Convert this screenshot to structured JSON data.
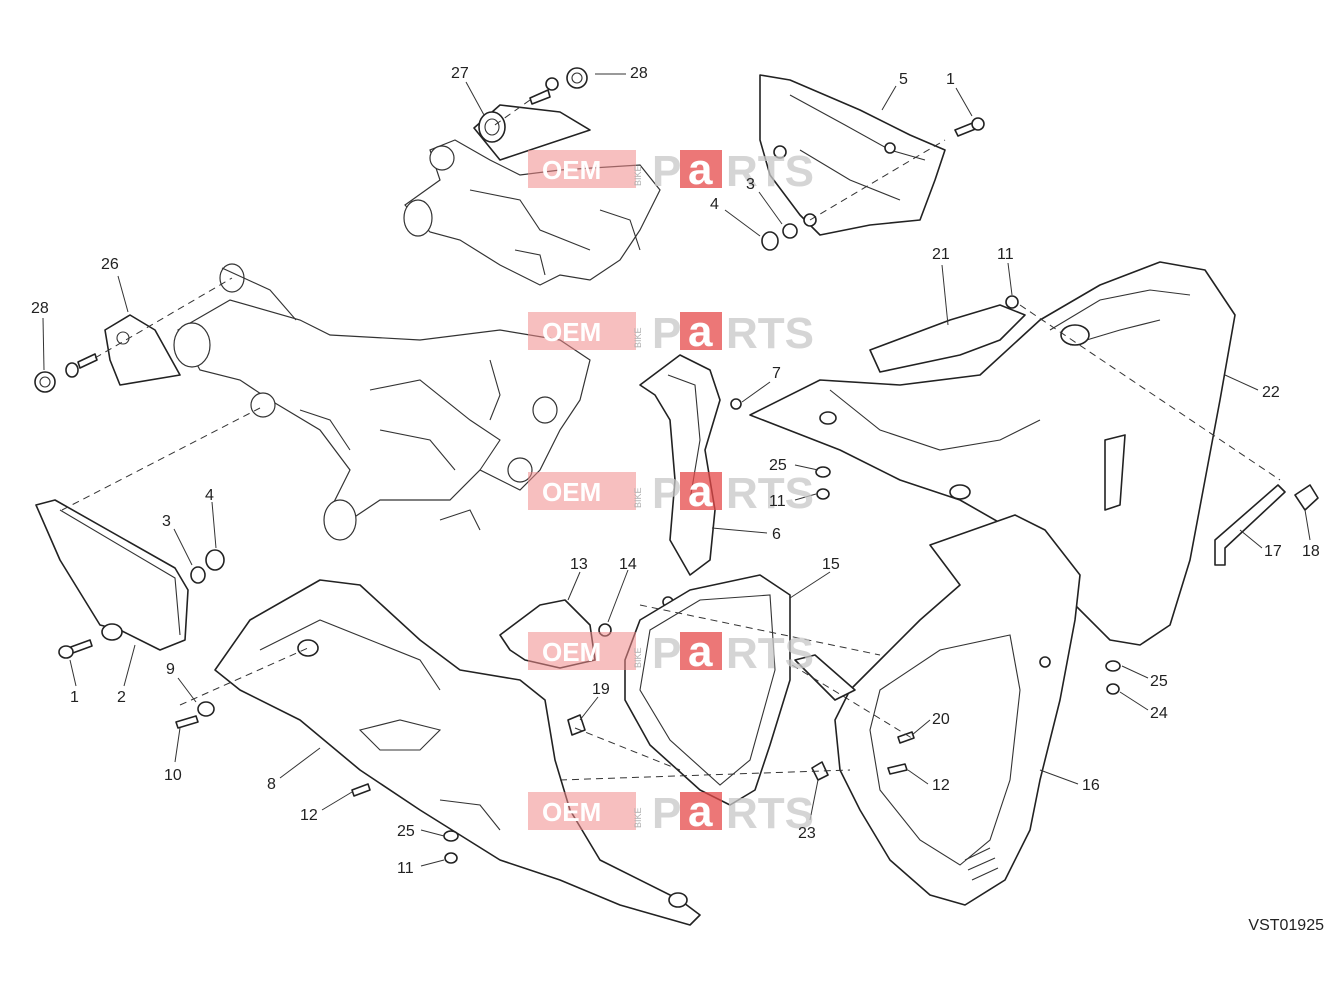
{
  "drawing_code": "VST01925",
  "watermark": {
    "left": "OEM",
    "middle": "BIKE",
    "accent": "a",
    "right_p": "P",
    "right_rest": "RTS"
  },
  "callouts": {
    "c27": "27",
    "c28_top": "28",
    "c5": "5",
    "c1_top": "1",
    "c3_top": "3",
    "c4_top": "4",
    "c26": "26",
    "c28_left": "28",
    "c21": "21",
    "c11_top": "11",
    "c22": "22",
    "c7": "7",
    "c25_mid": "25",
    "c11_mid": "11",
    "c6": "6",
    "c17": "17",
    "c18": "18",
    "c3_left": "3",
    "c4_left": "4",
    "c1_left": "1",
    "c2": "2",
    "c13": "13",
    "c14": "14",
    "c15": "15",
    "c9": "9",
    "c10": "10",
    "c19": "19",
    "c25_right": "25",
    "c24": "24",
    "c20": "20",
    "c8": "8",
    "c12_left": "12",
    "c12_right": "12",
    "c16": "16",
    "c23": "23",
    "c25_bottom": "25",
    "c11_bottom": "11"
  }
}
